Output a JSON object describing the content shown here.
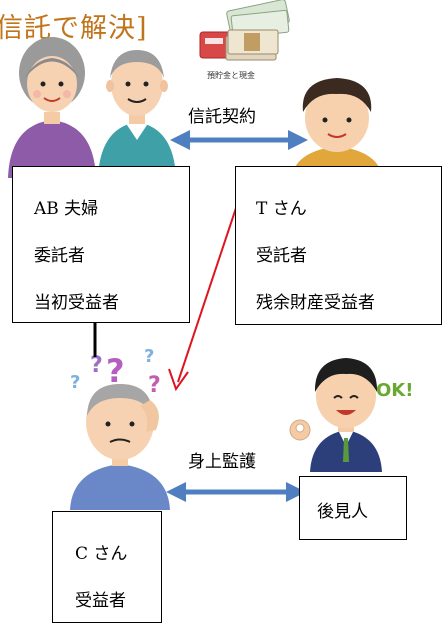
{
  "title": "信託で解決]",
  "money_caption": "預貯金と現金",
  "relations": {
    "trust_contract": "信託契約",
    "guardianship": "身上監護"
  },
  "boxes": {
    "ab": {
      "lines": [
        "AB 夫婦",
        "委託者",
        "当初受益者"
      ]
    },
    "t": {
      "lines": [
        "T さん",
        "受託者",
        "残余財産受益者"
      ]
    },
    "guardian": {
      "lines": [
        "後見人"
      ]
    },
    "c": {
      "lines": [
        "C さん",
        "受益者"
      ]
    }
  },
  "ok_text": "OK!",
  "colors": {
    "title": "#c0741b",
    "double_arrow": "#4f7fc0",
    "red_arrow": "#e0141e"
  }
}
